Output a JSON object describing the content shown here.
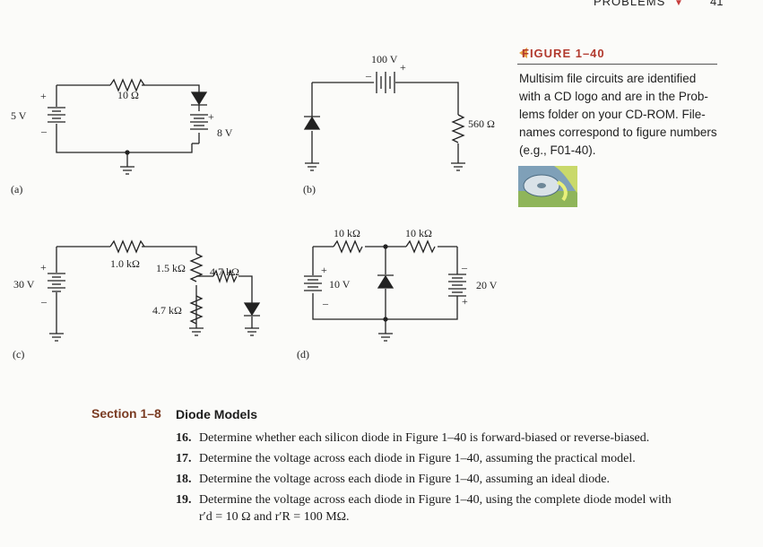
{
  "header": {
    "running_head": "PROBLEMS",
    "page_number": "41"
  },
  "figure": {
    "title": "FIGURE 1–40",
    "caption": "Multisim file circuits are identified with a CD logo and are in the Problems folder on your CD-ROM. Filenames correspond to figure numbers (e.g., F01-40).",
    "caption_lines": [
      "Multisim file circuits are identified",
      "with a CD logo and are in the Prob-",
      "lems folder on your CD-ROM. File-",
      "names correspond to figure numbers",
      "(e.g., F01-40)."
    ],
    "panels": {
      "a": {
        "label": "(a)",
        "source": "5 V",
        "resistor": "10 Ω",
        "source2": "8 V"
      },
      "b": {
        "label": "(b)",
        "source": "100 V",
        "resistor": "560 Ω"
      },
      "c": {
        "label": "(c)",
        "source": "30 V",
        "r1": "1.0 kΩ",
        "r2": "1.5 kΩ",
        "r3": "4.7 kΩ",
        "r4": "4.7 kΩ"
      },
      "d": {
        "label": "(d)",
        "r1": "10 kΩ",
        "r2": "10 kΩ",
        "source1": "10 V",
        "source2": "20 V"
      }
    }
  },
  "section": {
    "number": "Section 1–8",
    "title": "Diode Models",
    "problems": [
      {
        "num": "16.",
        "text": "Determine whether each silicon diode in Figure 1–40 is forward-biased or reverse-biased."
      },
      {
        "num": "17.",
        "text": "Determine the voltage across each diode in Figure 1–40, assuming the practical model."
      },
      {
        "num": "18.",
        "text": "Determine the voltage across each diode in Figure 1–40, assuming an ideal diode."
      },
      {
        "num": "19.",
        "text": "Determine the voltage across each diode in Figure 1–40, using the complete diode model with"
      },
      {
        "num": "",
        "text": "r′d = 10 Ω and r′R = 100 MΩ."
      }
    ]
  }
}
